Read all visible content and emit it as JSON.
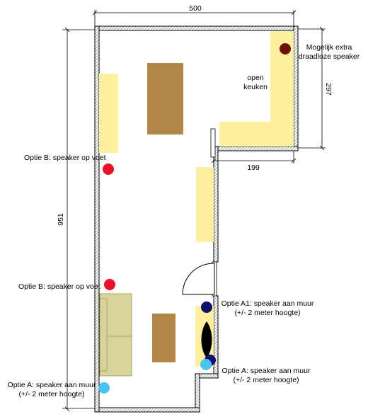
{
  "dimensions": {
    "top_width": "500",
    "left_height": "951",
    "kitchen_height": "297",
    "kitchen_width": "199"
  },
  "labels": {
    "kitchen": [
      "open",
      "keuken"
    ],
    "extra_speaker": [
      "Mogelijk extra",
      "draadloze speaker"
    ],
    "option_b_upper": "Optie B: speaker op voet",
    "option_b_lower": "Optie B: speaker op voet",
    "option_a1": [
      "Optie A1: speaker aan muur",
      "(+/- 2 meter hoogte)"
    ],
    "option_a_right": [
      "Optie A: speaker aan muur",
      "(+/- 2 meter hoogte)"
    ],
    "option_a_left": [
      "Optie A: speaker aan muur",
      "(+/- 2 meter hoogte)"
    ]
  },
  "colors": {
    "cabinet": "#FFF0A0",
    "table": "#B08748",
    "sofa": "#D8D49C",
    "speaker_red": "#E8102A",
    "speaker_navy": "#10106E",
    "speaker_light_blue": "#4CC4F0",
    "speaker_brown": "#6E1208"
  }
}
